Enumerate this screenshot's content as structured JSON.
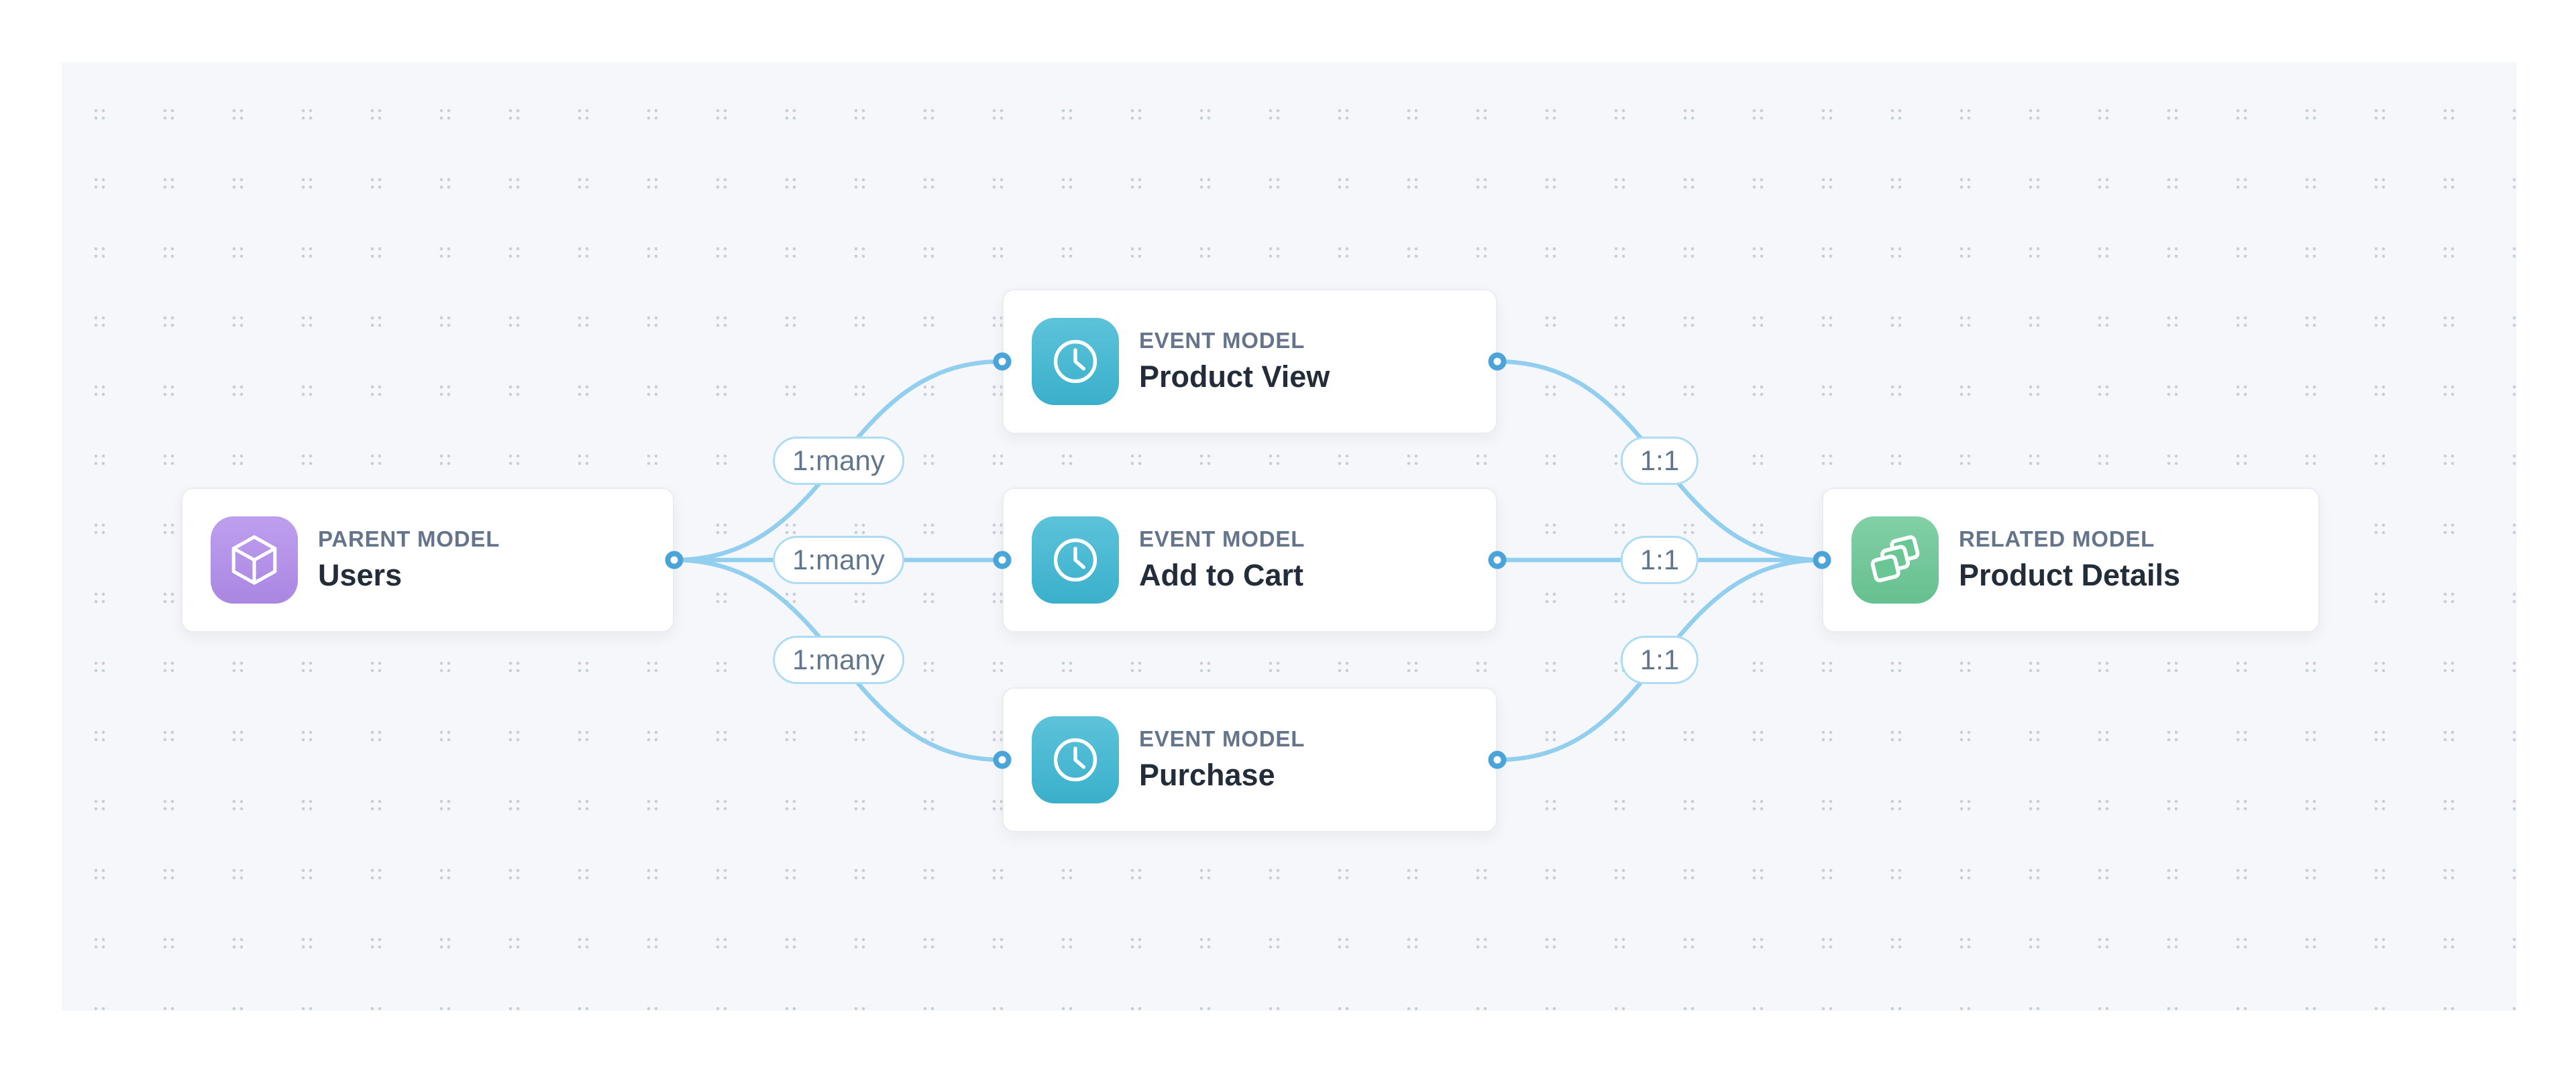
{
  "diagram": {
    "nodes": {
      "parent": {
        "type_label": "PARENT MODEL",
        "name": "Users",
        "icon": "cube-icon"
      },
      "events": [
        {
          "type_label": "EVENT MODEL",
          "name": "Product View",
          "icon": "clock-icon"
        },
        {
          "type_label": "EVENT MODEL",
          "name": "Add to Cart",
          "icon": "clock-icon"
        },
        {
          "type_label": "EVENT MODEL",
          "name": "Purchase",
          "icon": "clock-icon"
        }
      ],
      "related": {
        "type_label": "RELATED MODEL",
        "name": "Product Details",
        "icon": "layers-icon"
      }
    },
    "edges": {
      "parent_to_events_labels": [
        "1:many",
        "1:many",
        "1:many"
      ],
      "events_to_related_labels": [
        "1:1",
        "1:1",
        "1:1"
      ]
    },
    "colors": {
      "canvas_bg": "#f5f7fa",
      "dot": "#c7cfd9",
      "card_bg": "#ffffff",
      "card_border": "#e9edf2",
      "type_label_text": "#64748b",
      "name_text": "#232c39",
      "edge_line": "#92cfee",
      "handle_ring": "#4ba4d9",
      "pill_border": "#aedcf4",
      "pill_text": "#61768b",
      "parent_icon_bg": "#b18ceb",
      "event_icon_bg": "#3db7d3",
      "related_icon_bg": "#6ac795"
    }
  }
}
